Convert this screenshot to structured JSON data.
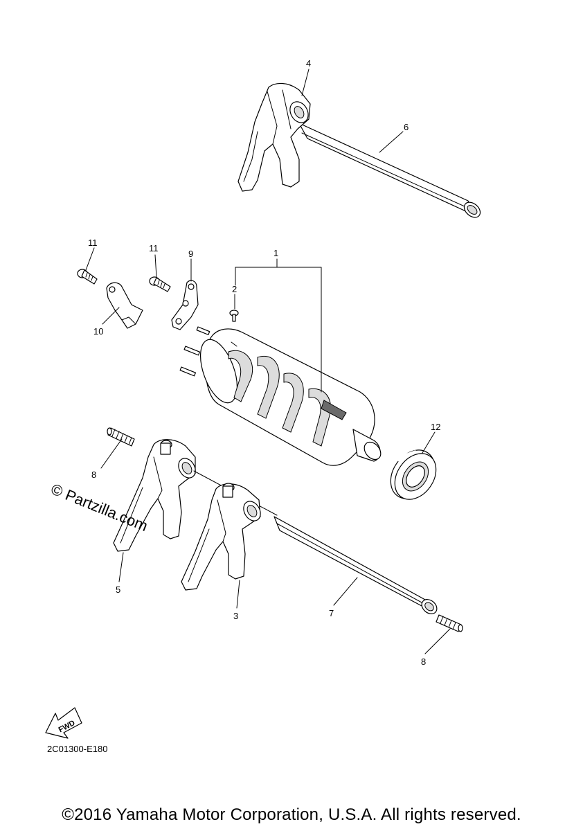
{
  "diagram": {
    "callouts": [
      {
        "id": "c1",
        "label": "1"
      },
      {
        "id": "c2",
        "label": "2"
      },
      {
        "id": "c3",
        "label": "3"
      },
      {
        "id": "c4",
        "label": "4"
      },
      {
        "id": "c5",
        "label": "5"
      },
      {
        "id": "c6",
        "label": "6"
      },
      {
        "id": "c7",
        "label": "7"
      },
      {
        "id": "c8a",
        "label": "8"
      },
      {
        "id": "c8b",
        "label": "8"
      },
      {
        "id": "c9",
        "label": "9"
      },
      {
        "id": "c10",
        "label": "10"
      },
      {
        "id": "c11a",
        "label": "11"
      },
      {
        "id": "c11b",
        "label": "11"
      },
      {
        "id": "c12",
        "label": "12"
      }
    ],
    "fwd_label": "FWD",
    "diagram_code": "2C01300-E180",
    "watermark": "© Partzilla.com"
  },
  "footer": {
    "copyright": "©2016 Yamaha Motor Corporation, U.S.A. All rights reserved."
  }
}
